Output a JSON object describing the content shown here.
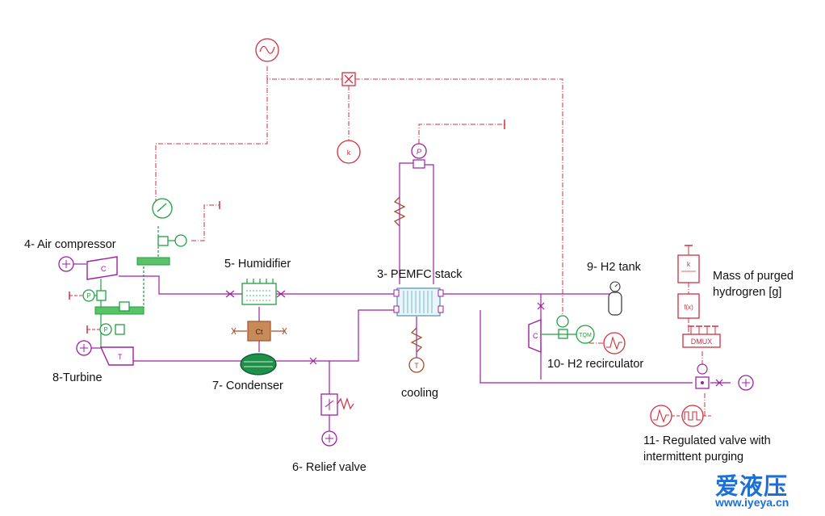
{
  "labels": {
    "air_compressor": "4- Air compressor",
    "humidifier": "5- Humidifier",
    "pemfc_stack": "3- PEMFC stack",
    "h2_tank": "9- H2 tank",
    "mass_purged_1": "Mass of purged",
    "mass_purged_2": "hydrogren [g]",
    "turbine": "8-Turbine",
    "condenser": "7- Condenser",
    "cooling": "cooling",
    "h2_recirculator": "10- H2 recirculator",
    "relief_valve": "6- Relief valve",
    "regulated_valve_1": "11- Regulated valve with",
    "regulated_valve_2": "intermittent purging"
  },
  "symbols": {
    "condenser_tag": "Ct",
    "compressor_tag": "C",
    "turbine_tag": "T",
    "recirc_compressor_tag": "C",
    "motor_tag": "TQM",
    "demux_tag": "DMUX",
    "gain_tag": "k",
    "gain_tag_2": "k",
    "function_tag": "f(x)",
    "pressure_tag": "P",
    "temperature_tag": "T"
  },
  "watermark": {
    "main": "爱液压",
    "sub": "www.iyeya.cn"
  },
  "colors": {
    "fluid": "#a020a0",
    "mechanical": "#20a040",
    "signal": "#d03040",
    "thermal": "#a0522d",
    "watermark": "#1d6fd6"
  }
}
